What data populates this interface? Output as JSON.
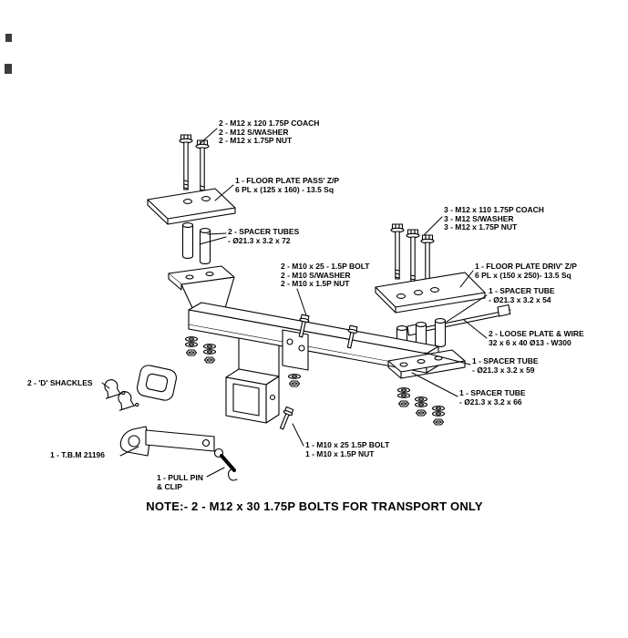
{
  "note": "NOTE:- 2 - M12 x 30 1.75P BOLTS FOR TRANSPORT ONLY",
  "colors": {
    "line": "#000000",
    "background": "#ffffff"
  },
  "callouts": [
    {
      "id": "coach-bolts-m12x120",
      "lines": [
        "2 - M12 x 120 1.75P COACH",
        "2 - M12 S/WASHER",
        "2 - M12 x 1.75P NUT"
      ]
    },
    {
      "id": "floor-plate-pass",
      "lines": [
        "1 - FLOOR PLATE PASS' Z/P",
        "6 PL x (125 x 160) - 13.5 Sq"
      ]
    },
    {
      "id": "spacer-tubes-72",
      "lines": [
        "2 - SPACER TUBES",
        "- Ø21.3 x 3.2 x 72"
      ]
    },
    {
      "id": "m10-bolts-pair",
      "lines": [
        "2 - M10 x 25 - 1.5P BOLT",
        "2 - M10 S/WASHER",
        "2 - M10 x 1.5P NUT"
      ]
    },
    {
      "id": "coach-bolts-m12x110",
      "lines": [
        "3 - M12 x 110 1.75P COACH",
        "3 - M12 S/WASHER",
        "3 - M12 x 1.75P NUT"
      ]
    },
    {
      "id": "floor-plate-driv",
      "lines": [
        "1 - FLOOR PLATE DRIV' Z/P",
        "6 PL x (150 x 250)- 13.5 Sq"
      ]
    },
    {
      "id": "spacer-tube-54",
      "lines": [
        "1 - SPACER TUBE",
        "- Ø21.3 x 3.2 x 54"
      ]
    },
    {
      "id": "loose-plate-wire",
      "lines": [
        "2 - LOOSE PLATE & WIRE",
        "32 x 6 x 40 Ø13 - W300"
      ]
    },
    {
      "id": "spacer-tube-59",
      "lines": [
        "1 - SPACER TUBE",
        "- Ø21.3 x 3.2 x 59"
      ]
    },
    {
      "id": "spacer-tube-66",
      "lines": [
        "1 - SPACER TUBE",
        "- Ø21.3 x 3.2 x 66"
      ]
    },
    {
      "id": "d-shackles",
      "lines": [
        "2 - 'D' SHACKLES"
      ]
    },
    {
      "id": "tbm",
      "lines": [
        "1 - T.B.M 21196"
      ]
    },
    {
      "id": "pull-pin-clip",
      "lines": [
        "1 - PULL PIN",
        "& CLIP"
      ]
    },
    {
      "id": "m10-bolt-single",
      "lines": [
        "1 - M10 x 25 1.5P BOLT",
        "1 - M10 x 1.5P NUT"
      ]
    }
  ]
}
